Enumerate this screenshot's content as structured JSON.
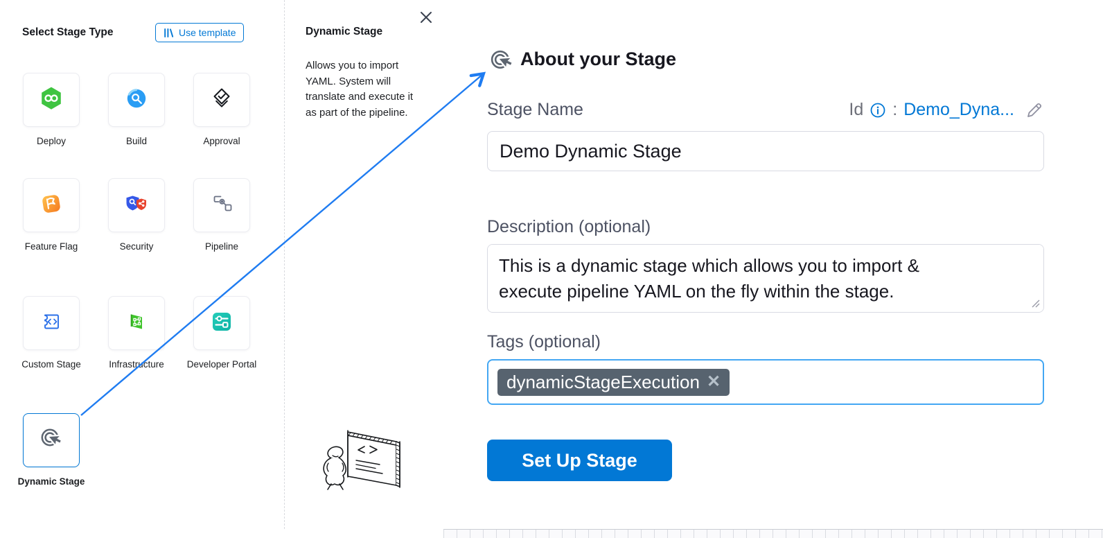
{
  "left_panel": {
    "title": "Select Stage Type",
    "use_template_label": "Use template",
    "stages": [
      {
        "label": "Deploy",
        "icon": "deploy-icon"
      },
      {
        "label": "Build",
        "icon": "build-icon"
      },
      {
        "label": "Approval",
        "icon": "approval-icon"
      },
      {
        "label": "Feature Flag",
        "icon": "feature-flag-icon"
      },
      {
        "label": "Security",
        "icon": "security-icon"
      },
      {
        "label": "Pipeline",
        "icon": "pipeline-icon"
      },
      {
        "label": "Custom Stage",
        "icon": "custom-stage-icon"
      },
      {
        "label": "Infrastructure",
        "icon": "infrastructure-icon"
      },
      {
        "label": "Developer Portal",
        "icon": "developer-portal-icon"
      },
      {
        "label": "Dynamic Stage",
        "icon": "dynamic-stage-icon",
        "selected": true
      }
    ]
  },
  "info_panel": {
    "title": "Dynamic Stage",
    "close_icon": "close-icon",
    "description": "Allows you to import YAML. System will translate and execute it as part of the pipeline."
  },
  "about_panel": {
    "header_icon": "dynamic-stage-icon",
    "title": "About your Stage",
    "stage_name": {
      "label": "Stage Name",
      "value": "Demo Dynamic Stage"
    },
    "id_row": {
      "label": "Id",
      "info_icon": "info-icon",
      "separator": ":",
      "value": "Demo_Dyna...",
      "edit_icon": "pencil-icon"
    },
    "description": {
      "label": "Description (optional)",
      "value": "This is a dynamic stage which allows you to import &\nexecute pipeline YAML on the fly within the stage."
    },
    "tags": {
      "label": "Tags (optional)",
      "chips": [
        {
          "text": "dynamicStageExecution",
          "remove_icon": "x-icon"
        }
      ]
    },
    "setup_button_label": "Set Up Stage"
  },
  "colors": {
    "accent_blue": "#0278d5",
    "arrow_blue": "#1f7cf1",
    "tag_chip_bg": "#57636f",
    "focus_border": "#43a7f3",
    "label_gray": "#4d5263"
  }
}
